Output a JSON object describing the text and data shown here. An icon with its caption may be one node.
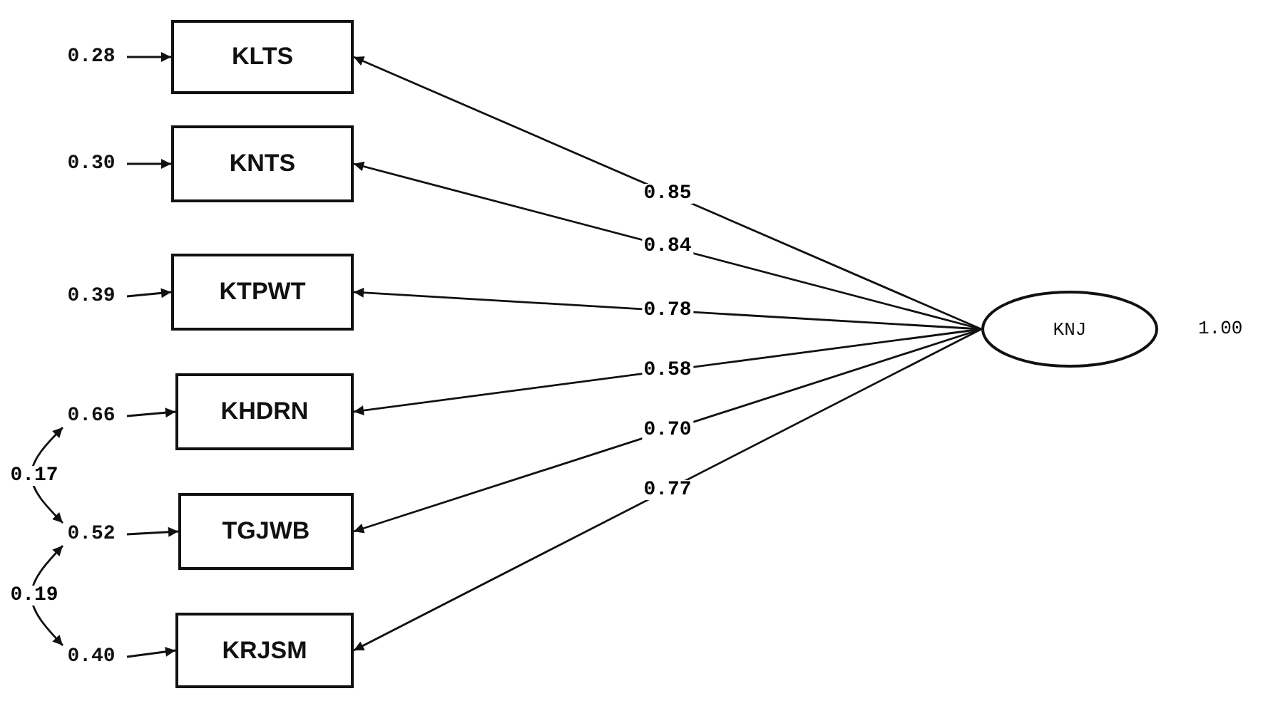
{
  "diagram": {
    "nodes": [
      {
        "text": [
          "KLTS"
        ]
      },
      {
        "text": [
          "KNTS"
        ]
      },
      {
        "text": [
          "KTPWT"
        ]
      },
      {
        "text": [
          "KHDRN"
        ]
      },
      {
        "text": [
          "TGJWB"
        ]
      },
      {
        "text": [
          "KRJSM"
        ]
      },
      {
        "text": [
          "KNJ"
        ],
        "beside": [
          "1.00"
        ]
      },
      {
        "text": [
          "0.28"
        ]
      },
      {
        "text": [
          "0.30"
        ]
      },
      {
        "text": [
          "0.39"
        ]
      },
      {
        "text": [
          "0.66"
        ]
      },
      {
        "text": [
          "0.52"
        ]
      },
      {
        "text": [
          "0.40"
        ]
      }
    ],
    "edges": [
      {
        "from": 6,
        "to": 0,
        "arrow": "to",
        "label": "0.85"
      },
      {
        "from": 6,
        "to": 1,
        "arrow": "to",
        "label": "0.84"
      },
      {
        "from": 6,
        "to": 2,
        "arrow": "to",
        "label": "0.78"
      },
      {
        "from": 6,
        "to": 3,
        "arrow": "to",
        "label": "0.58"
      },
      {
        "from": 6,
        "to": 4,
        "arrow": "to",
        "label": "0.70"
      },
      {
        "from": 6,
        "to": 5,
        "arrow": "to",
        "label": "0.77"
      },
      {
        "from": 7,
        "to": 0,
        "arrow": "to"
      },
      {
        "from": 8,
        "to": 1,
        "arrow": "to"
      },
      {
        "from": 9,
        "to": 2,
        "arrow": "to"
      },
      {
        "from": 10,
        "to": 3,
        "arrow": "to"
      },
      {
        "from": 11,
        "to": 4,
        "arrow": "to"
      },
      {
        "from": 12,
        "to": 5,
        "arrow": "to"
      },
      {
        "from": 10,
        "to": 11,
        "arrow": "both",
        "label": "0.17"
      },
      {
        "from": 11,
        "to": 12,
        "arrow": "both",
        "label": "0.19"
      }
    ]
  }
}
